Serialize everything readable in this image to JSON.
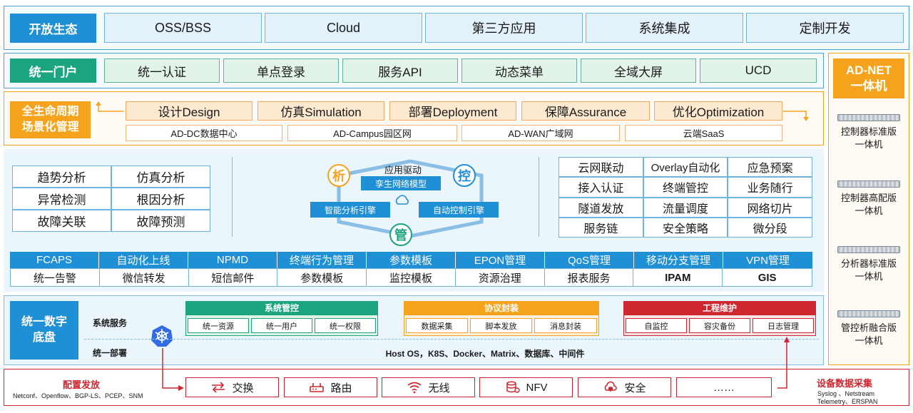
{
  "open_eco": {
    "title": "开放生态",
    "items": [
      "OSS/BSS",
      "Cloud",
      "第三方应用",
      "系统集成",
      "定制开发"
    ]
  },
  "portal": {
    "title": "统一门户",
    "items": [
      "统一认证",
      "单点登录",
      "服务API",
      "动态菜单",
      "全域大屏",
      "UCD"
    ]
  },
  "lifecycle": {
    "title_line1": "全生命周期",
    "title_line2": "场景化管理",
    "stages": [
      "设计Design",
      "仿真Simulation",
      "部署Deployment",
      "保障Assurance",
      "优化Optimization"
    ],
    "scenarios": [
      "AD-DC数据中心",
      "AD-Campus园区网",
      "AD-WAN广域网",
      "云端SaaS"
    ]
  },
  "analysis": [
    "趋势分析",
    "仿真分析",
    "异常检测",
    "根因分析",
    "故障关联",
    "故障预测"
  ],
  "engine": {
    "node_analyze": "析",
    "node_control": "控",
    "node_manage": "管",
    "app_driven": "应用驱动",
    "twin_model": "孪生网络模型",
    "analysis_engine": "智能分析引擎",
    "control_engine": "自动控制引擎"
  },
  "control_features": [
    "云网联动",
    "Overlay自动化",
    "应急预案",
    "接入认证",
    "终端管控",
    "业务随行",
    "隧道发放",
    "流量调度",
    "网络切片",
    "服务链",
    "安全策略",
    "微分段"
  ],
  "functions": {
    "heads": [
      "FCAPS",
      "自动化上线",
      "NPMD",
      "终端行为管理",
      "参数模板",
      "EPON管理",
      "QoS管理",
      "移动分支管理",
      "VPN管理"
    ],
    "cells": [
      "统一告警",
      "微信转发",
      "短信邮件",
      "参数模板",
      "监控模板",
      "资源治理",
      "报表服务",
      "IPAM",
      "GIS"
    ]
  },
  "base": {
    "title_line1": "统一数字",
    "title_line2": "底盘",
    "system_service": "系统服务",
    "unified_deploy": "统一部署",
    "deploy_stack": "Host OS，K8S、Docker、Matrix、数据库、中间件",
    "groups": [
      {
        "title": "系统管控",
        "color": "#1aa57f",
        "items": [
          "统一资源",
          "统一用户",
          "统一权限"
        ]
      },
      {
        "title": "协议封装",
        "color": "#f5a21c",
        "items": [
          "数据采集",
          "脚本发放",
          "消息封装"
        ]
      },
      {
        "title": "工程维护",
        "color": "#d0262f",
        "items": [
          "自监控",
          "容灾备份",
          "日志管理"
        ]
      }
    ]
  },
  "network": {
    "config_title": "配置发放",
    "config_protocols": "Netconf、Openflow、BGP-LS、PCEP、SNM",
    "collect_title": "设备数据采集",
    "collect_protocols_line1": "Syslog 、Netstream",
    "collect_protocols_line2": "Telemetry、ERSPAN",
    "items": [
      {
        "label": "交换",
        "icon": "switch-icon"
      },
      {
        "label": "路由",
        "icon": "router-icon"
      },
      {
        "label": "无线",
        "icon": "wireless-icon"
      },
      {
        "label": "NFV",
        "icon": "nfv-icon"
      },
      {
        "label": "安全",
        "icon": "security-icon"
      },
      {
        "label": "……",
        "icon": ""
      }
    ]
  },
  "adnet": {
    "title_line1": "AD-NET",
    "title_line2": "一体机",
    "items": [
      {
        "line1": "控制器标准版",
        "line2": "一体机"
      },
      {
        "line1": "控制器高配版",
        "line2": "一体机"
      },
      {
        "line1": "分析器标准版",
        "line2": "一体机"
      },
      {
        "line1": "管控析融合版",
        "line2": "一体机"
      }
    ]
  },
  "colors": {
    "blue": "#1f8fd6",
    "green": "#1aa57f",
    "orange": "#f5a21c",
    "red": "#d0262f"
  }
}
